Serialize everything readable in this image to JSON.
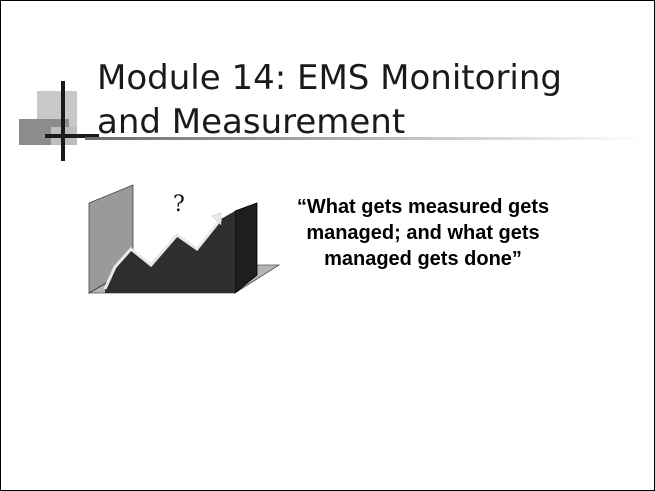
{
  "slide": {
    "title_lines": [
      "Module 14:  EMS Monitoring",
      "and Measurement"
    ],
    "quote_lines": [
      "“What gets measured gets",
      "managed; and what gets",
      "managed gets done”"
    ],
    "clipart_mark": "?"
  },
  "icons": {
    "title_decoration": "cross-squares-ornament",
    "clipart": "rising-chart-icon"
  },
  "colors": {
    "title_text": "#1a1a1a",
    "quote_text": "#000000",
    "rule": "#b0b0b0",
    "background": "#ffffff"
  }
}
